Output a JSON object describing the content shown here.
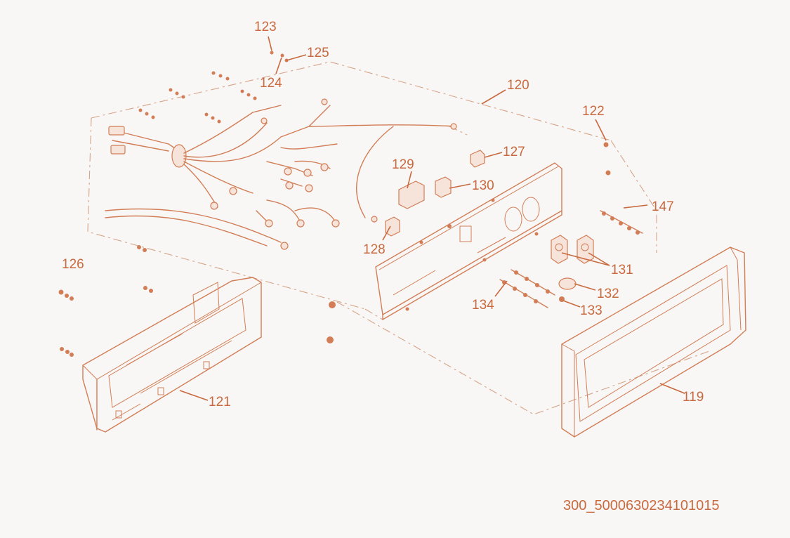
{
  "callouts": {
    "c119": "119",
    "c120": "120",
    "c121": "121",
    "c122": "122",
    "c123": "123",
    "c124": "124",
    "c125": "125",
    "c126": "126",
    "c127": "127",
    "c128": "128",
    "c129": "129",
    "c130": "130",
    "c131": "131",
    "c132": "132",
    "c133": "133",
    "c134": "134",
    "c147": "147"
  },
  "document_code": "300_5000630234101015",
  "colors": {
    "line_art": "#d27d56",
    "callout_text": "#c9693f",
    "background": "#f8f7f5"
  }
}
